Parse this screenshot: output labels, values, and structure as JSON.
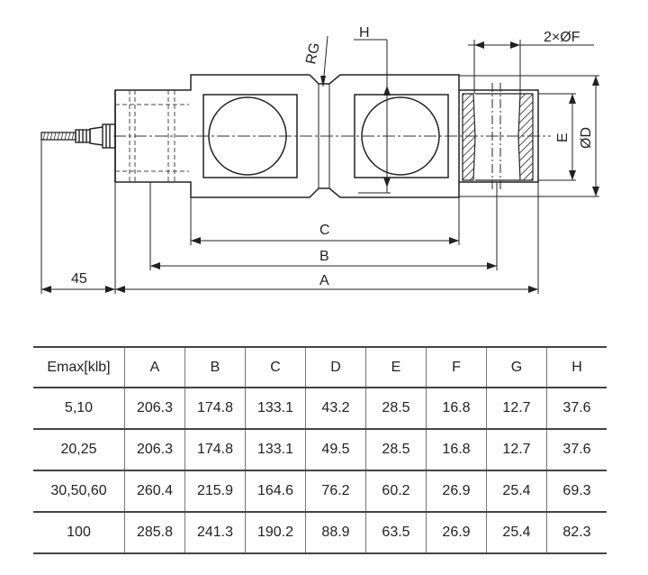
{
  "drawing": {
    "labels": {
      "rg": "RG",
      "h": "H",
      "holes": "2×ØF",
      "e": "E",
      "d": "ØD",
      "c": "C",
      "b": "B",
      "a": "A",
      "cable": "45"
    }
  },
  "table": {
    "headers": [
      "Emax[klb]",
      "A",
      "B",
      "C",
      "D",
      "E",
      "F",
      "G",
      "H"
    ],
    "rows": [
      [
        "5,10",
        "206.3",
        "174.8",
        "133.1",
        "43.2",
        "28.5",
        "16.8",
        "12.7",
        "37.6"
      ],
      [
        "20,25",
        "206.3",
        "174.8",
        "133.1",
        "49.5",
        "28.5",
        "16.8",
        "12.7",
        "37.6"
      ],
      [
        "30,50,60",
        "260.4",
        "215.9",
        "164.6",
        "76.2",
        "60.2",
        "26.9",
        "25.4",
        "69.3"
      ],
      [
        "100",
        "285.8",
        "241.3",
        "190.2",
        "88.9",
        "63.5",
        "26.9",
        "25.4",
        "82.3"
      ]
    ]
  }
}
